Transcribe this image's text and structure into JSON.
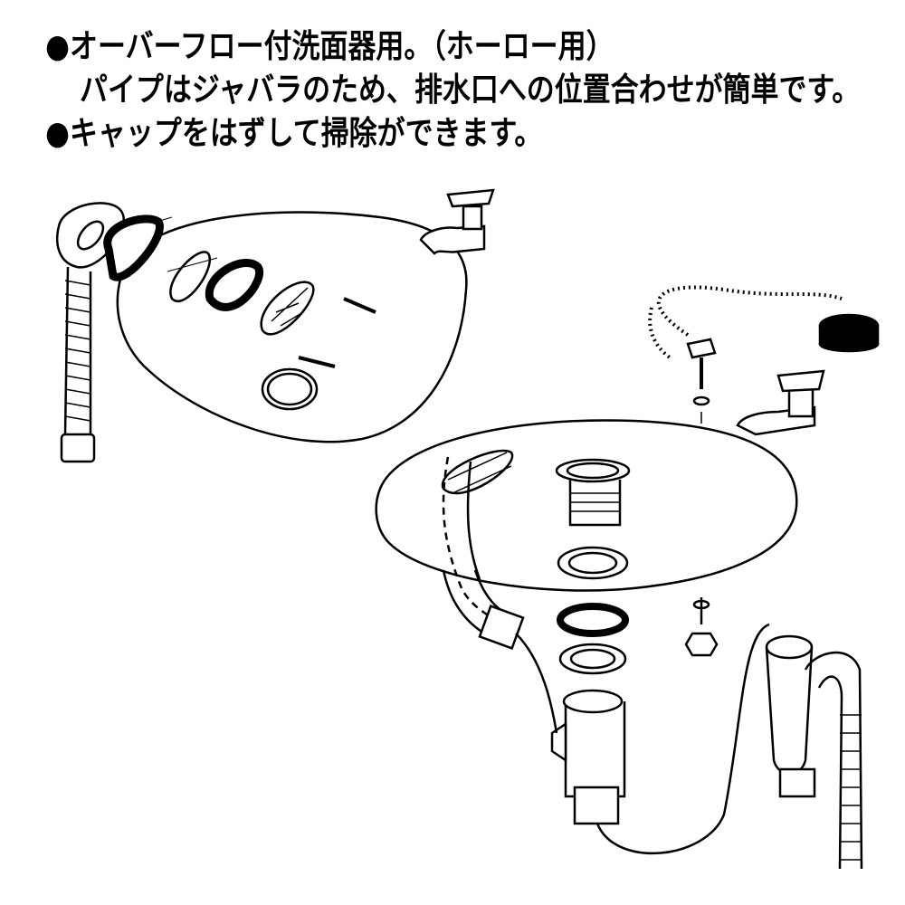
{
  "description_lines": [
    "●オーバーフロー付洗面器用。（ホーロー用）",
    "パイプはジャバラのため、排水口への位置合わせが簡単です。",
    "●キャップをはずして掃除ができます。"
  ]
}
